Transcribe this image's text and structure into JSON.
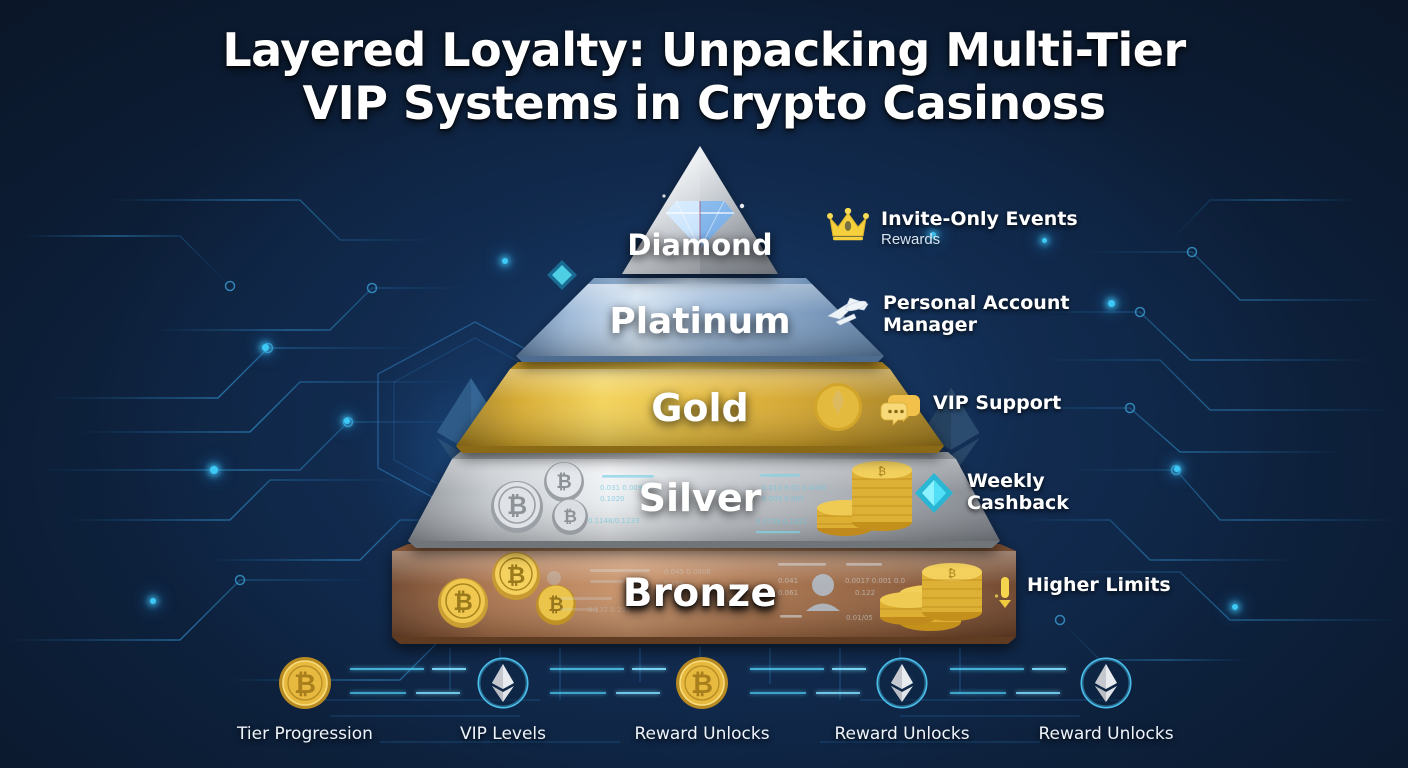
{
  "title": {
    "line1": "Layered Loyalty: Unpacking Multi-Tier",
    "line2": "VIP Systems in Crypto Casinoss"
  },
  "colors": {
    "background_deep": "#0a1322",
    "background_mid": "#16355e",
    "accent_cyan": "#3ec8f5",
    "gold": "#e8c14a",
    "silver": "#c9cdd2",
    "bronze": "#9c6a43",
    "platinum": "#a8c2e0",
    "diamond": "#c9ccd1",
    "text_white": "#ffffff"
  },
  "pyramid": {
    "tiers": [
      {
        "name": "Diamond",
        "icon": "diamond-gem-icon",
        "color": "#c9ccd1"
      },
      {
        "name": "Platinum",
        "icon": "platinum-band-icon",
        "color": "#a8c2e0"
      },
      {
        "name": "Gold",
        "icon": "gold-emblem-icon",
        "color": "#e8c14a"
      },
      {
        "name": "Silver",
        "icon": "silver-bar-icon",
        "color": "#c9cdd2"
      },
      {
        "name": "Bronze",
        "icon": "bronze-bar-icon",
        "color": "#9c6a43"
      }
    ]
  },
  "annotations": [
    {
      "icon": "crown-icon",
      "label": "Invite-Only Events",
      "sub": "Rewards",
      "tier": "Diamond"
    },
    {
      "icon": "airplane-icon",
      "label": "Personal Account\nManager",
      "sub": "",
      "tier": "Platinum"
    },
    {
      "icon": "chat-bubbles-icon",
      "label": "VIP Support",
      "sub": "",
      "tier": "Gold"
    },
    {
      "icon": "cyan-diamond-icon",
      "label": "Weekly\nCashback",
      "sub": "",
      "tier": "Silver"
    },
    {
      "icon": "limit-arrow-icon",
      "label": "Higher Limits",
      "sub": "",
      "tier": "Bronze"
    }
  ],
  "flow": {
    "nodes": [
      {
        "icon": "bitcoin-icon",
        "label": "Tier Progression"
      },
      {
        "icon": "ethereum-icon",
        "label": "VIP Levels"
      },
      {
        "icon": "bitcoin-icon",
        "label": "Reward Unlocks"
      },
      {
        "icon": "ethereum-icon",
        "label": "Reward Unlocks"
      },
      {
        "icon": "ethereum-icon",
        "label": "Reward Unlocks"
      }
    ]
  }
}
